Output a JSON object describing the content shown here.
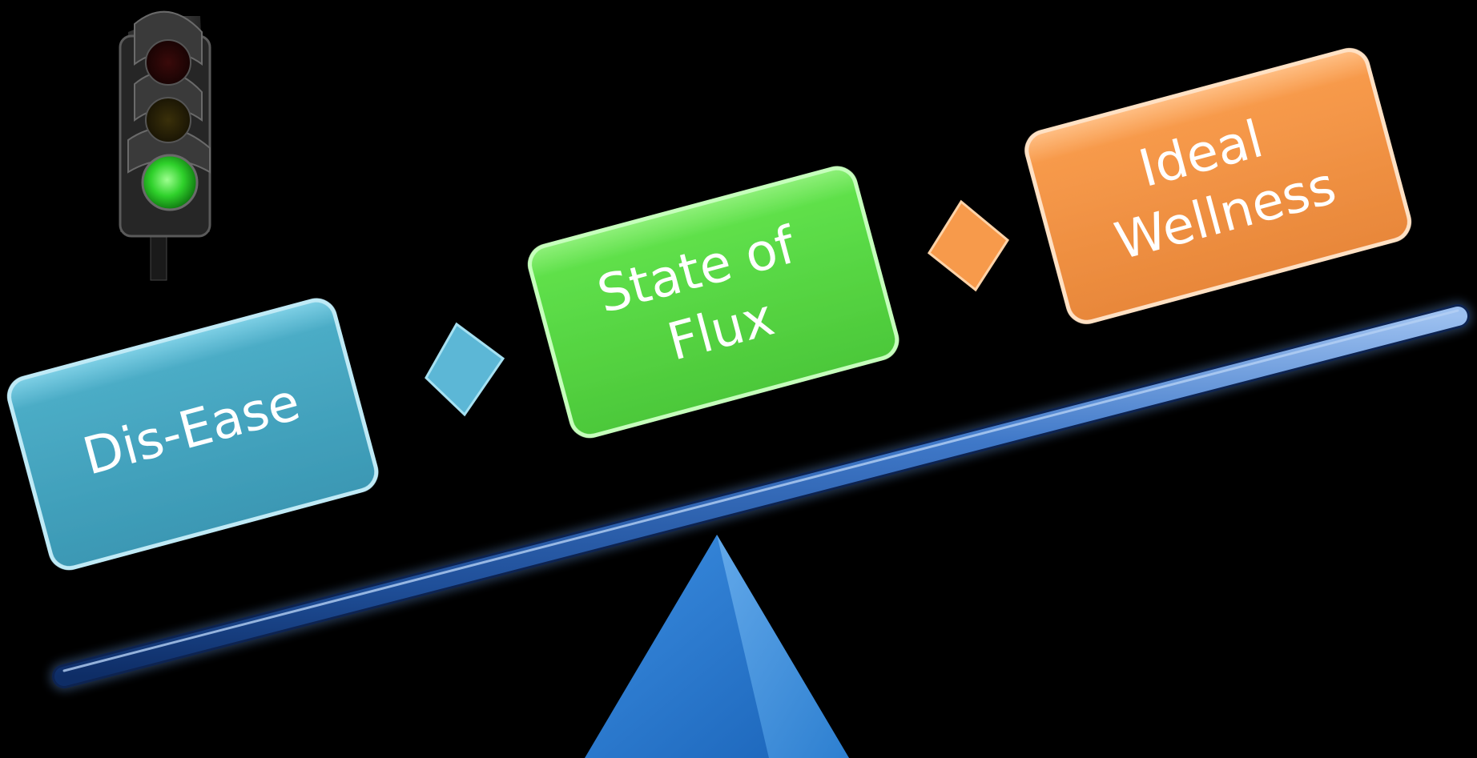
{
  "colors": {
    "background": "#000000",
    "dis_ease": "#4BACC6",
    "state_of_flux": "#5FE04A",
    "ideal_wellness": "#F79A4B",
    "beam": "#2E5FA8",
    "fulcrum": "#1F6FC8",
    "connector_blue": "#5BB7D6",
    "connector_orange": "#F79A4B"
  },
  "icons": {
    "traffic_light": "traffic-light-green-icon"
  },
  "boxes": [
    {
      "id": "dis-ease",
      "lines": [
        "Dis-Ease"
      ]
    },
    {
      "id": "state-of-flux",
      "lines": [
        "State of",
        "Flux"
      ]
    },
    {
      "id": "ideal-wellness",
      "lines": [
        "Ideal",
        "Wellness"
      ]
    }
  ],
  "footer": {
    "text": ""
  }
}
